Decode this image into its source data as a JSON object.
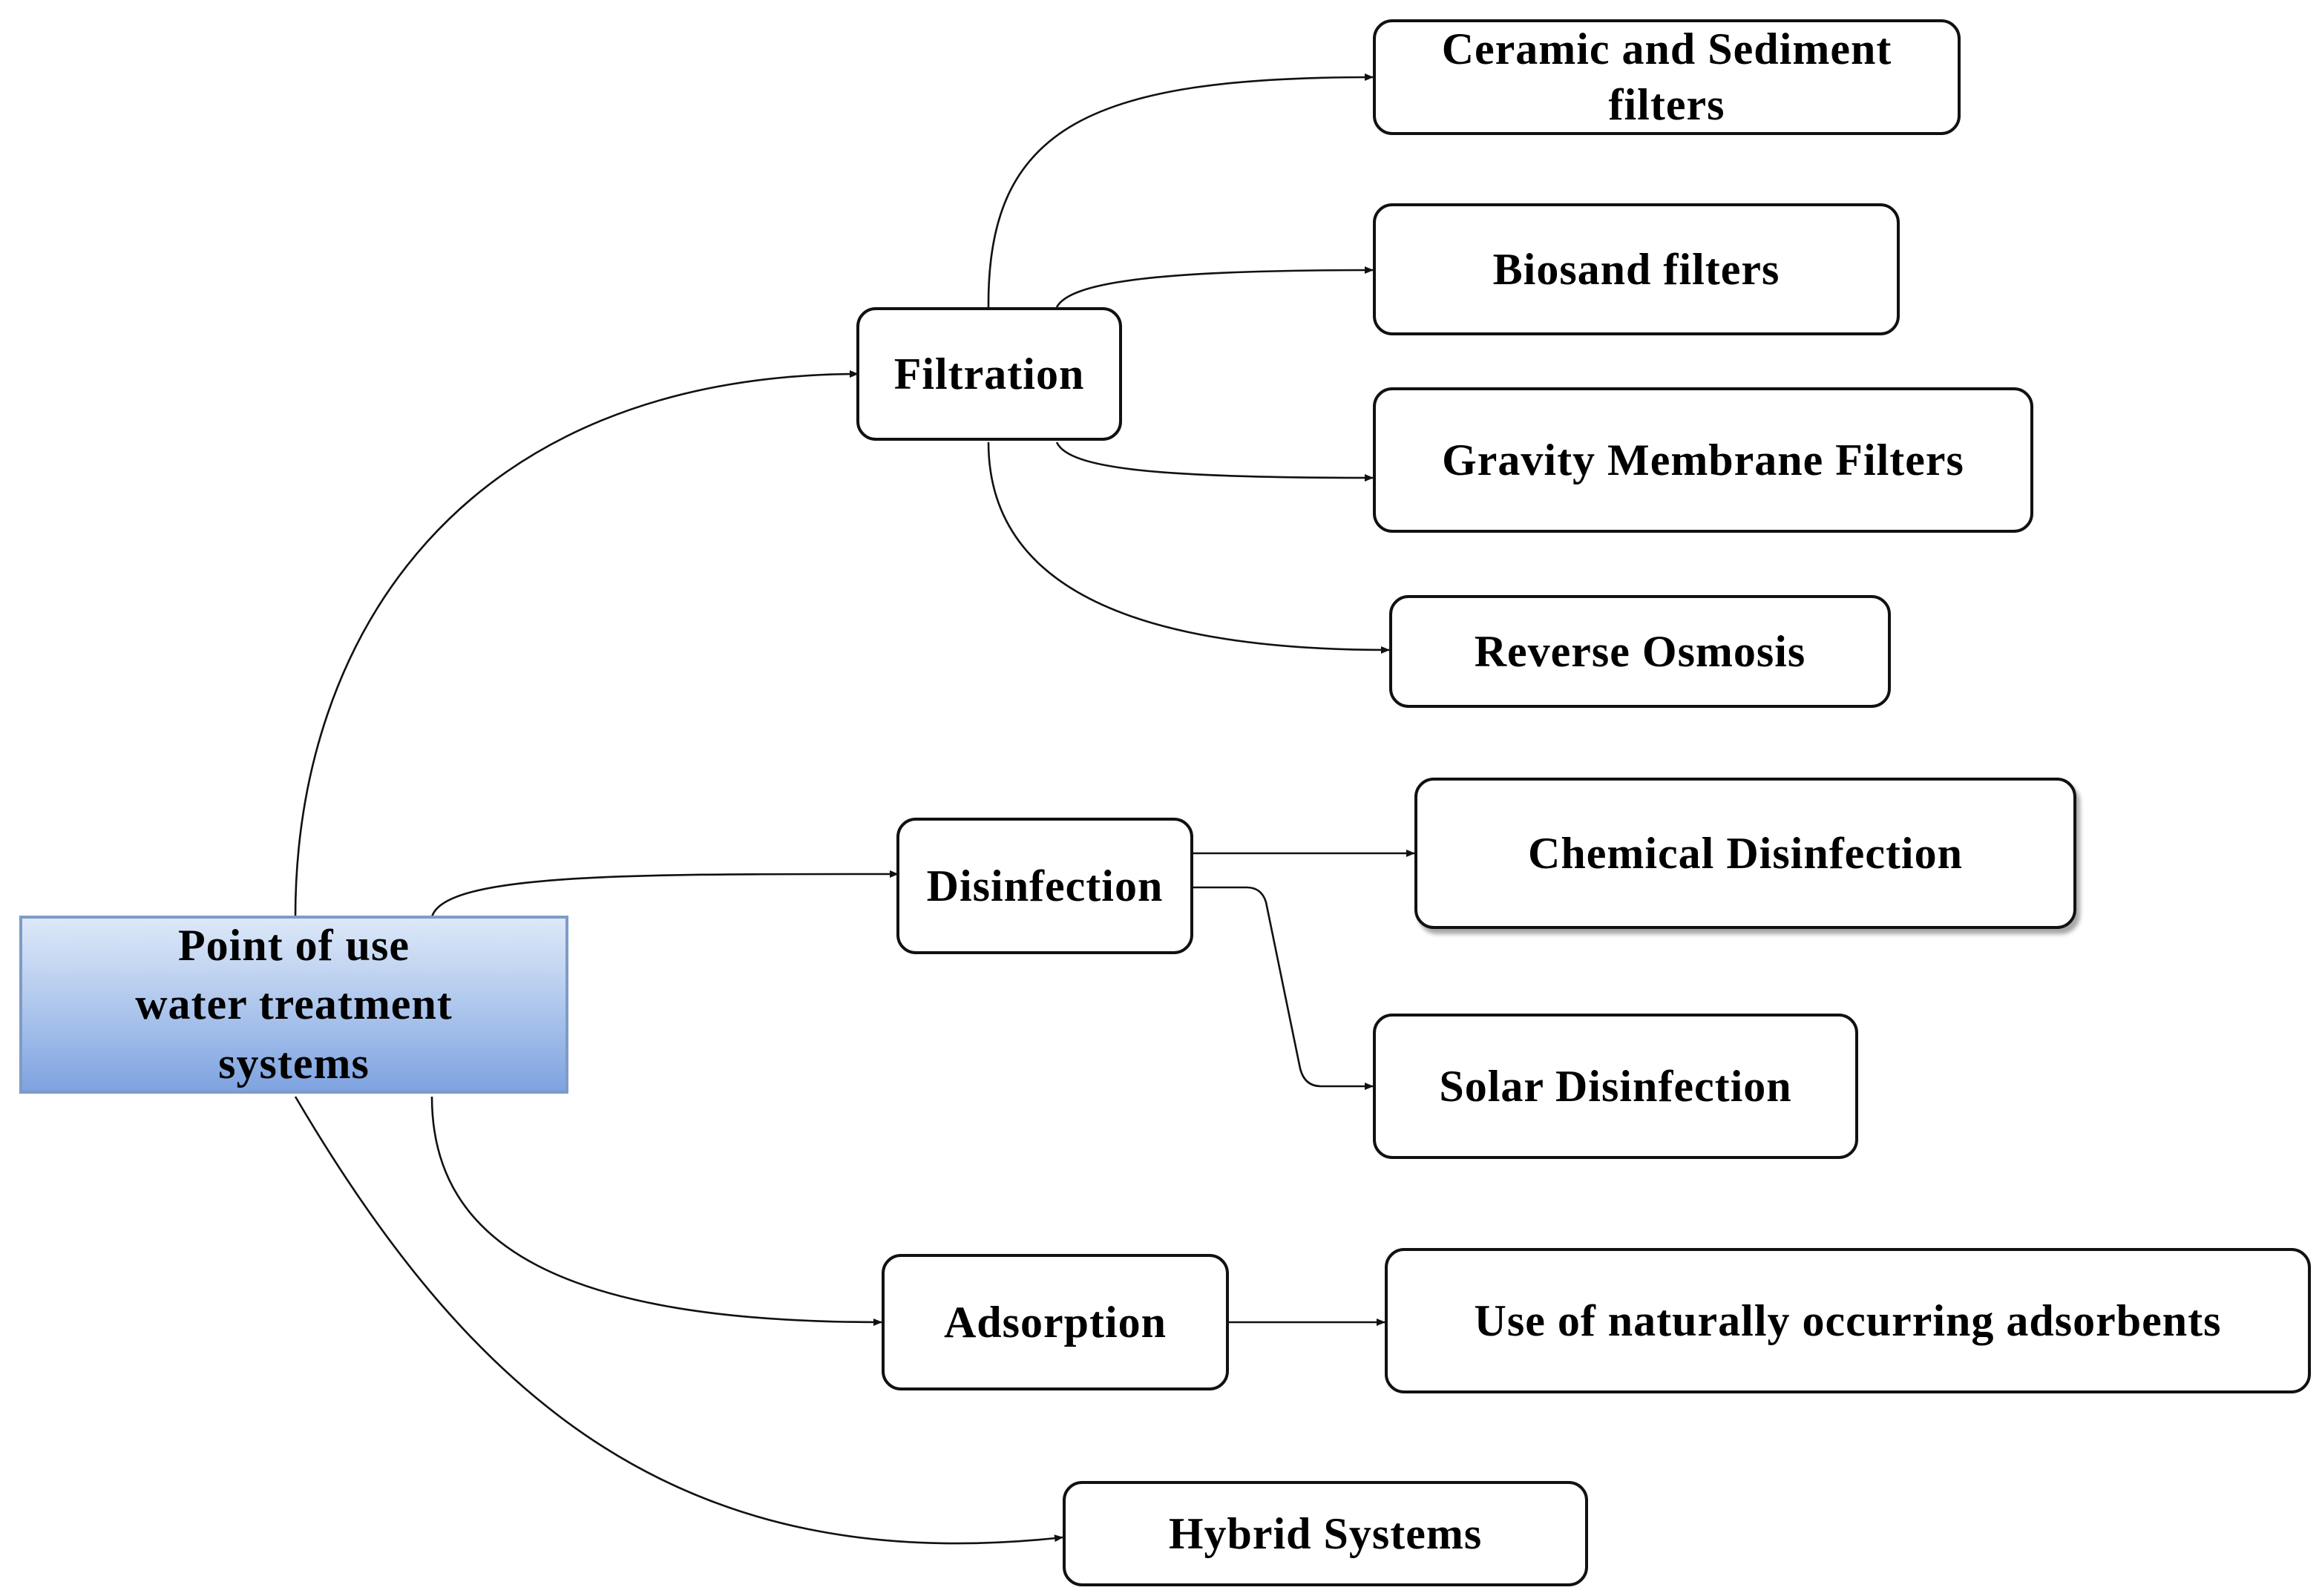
{
  "root": {
    "label": "Point of use\nwater treatment\nsystems"
  },
  "categories": {
    "filtration": "Filtration",
    "disinfection": "Disinfection",
    "adsorption": "Adsorption",
    "hybrid": "Hybrid Systems"
  },
  "methods": {
    "ceramic": "Ceramic and Sediment\nfilters",
    "biosand": "Biosand filters",
    "gravity_membrane": "Gravity Membrane Filters",
    "reverse_osmosis": "Reverse Osmosis",
    "chemical": "Chemical Disinfection",
    "solar": "Solar Disinfection",
    "natural_adsorbents": "Use of naturally occurring adsorbents"
  },
  "edges": [
    [
      "root",
      "filtration"
    ],
    [
      "root",
      "disinfection"
    ],
    [
      "root",
      "adsorption"
    ],
    [
      "root",
      "hybrid"
    ],
    [
      "filtration",
      "ceramic"
    ],
    [
      "filtration",
      "biosand"
    ],
    [
      "filtration",
      "gravity_membrane"
    ],
    [
      "filtration",
      "reverse_osmosis"
    ],
    [
      "disinfection",
      "chemical"
    ],
    [
      "disinfection",
      "solar"
    ],
    [
      "adsorption",
      "natural_adsorbents"
    ]
  ],
  "colors": {
    "root_fill_top": "#dde8f8",
    "root_fill_bottom": "#7ea3e0",
    "root_border": "#7f9bc6",
    "box_border": "#111111",
    "connector": "#111111"
  }
}
